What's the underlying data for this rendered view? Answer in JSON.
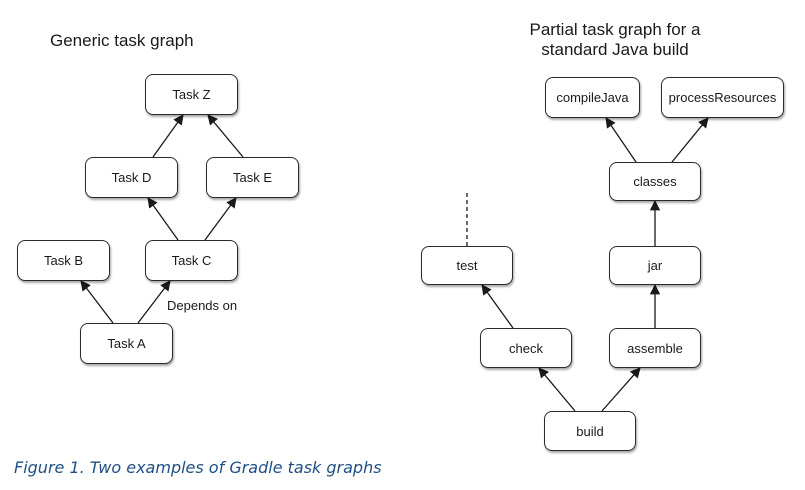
{
  "generic_graph": {
    "title": "Generic task graph",
    "tasks": {
      "z": "Task Z",
      "d": "Task D",
      "e": "Task E",
      "b": "Task B",
      "c": "Task C",
      "a": "Task A"
    },
    "edge_label": "Depends on"
  },
  "java_graph": {
    "title_line1": "Partial task graph for a",
    "title_line2": "standard Java build",
    "tasks": {
      "compileJava": "compileJava",
      "processResources": "processResources",
      "classes": "classes",
      "test": "test",
      "jar": "jar",
      "check": "check",
      "assemble": "assemble",
      "build": "build"
    }
  },
  "caption": "Figure 1. Two examples of Gradle task graphs"
}
